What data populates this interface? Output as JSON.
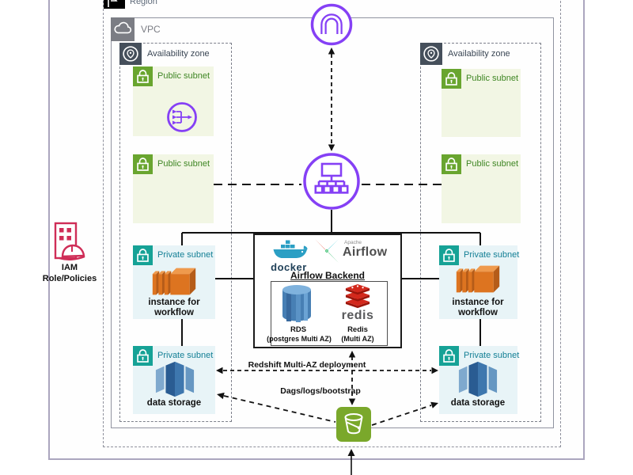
{
  "labels": {
    "region": "Region",
    "vpc": "VPC",
    "availability_zone": "Availability zone",
    "public_subnet": "Public subnet",
    "private_subnet": "Private subnet",
    "instance_line1": "instance for",
    "instance_line2": "workflow",
    "data_storage": "data storage",
    "iam_line1": "IAM",
    "iam_line2": "Role/Policies"
  },
  "backend": {
    "title": "Airflow Backend",
    "docker_wordmark": "docker",
    "airflow_brand_small": "Apache",
    "airflow_brand": "Airflow",
    "rds_name": "RDS",
    "rds_sub": "(postgres Multi AZ)",
    "redis_wordmark": "redis",
    "redis_name": "Redis",
    "redis_sub": "(Multi AZ)"
  },
  "annotations": {
    "redshift": "Redshift Multi-AZ deployment",
    "dags": "Dags/logs/bootstrap"
  },
  "icons": {
    "top_center": "internet-gateway",
    "center": "elastic-load-balancer",
    "public_left": "vpc-endpoint",
    "private_instances": "ec2-instances",
    "private_storage": "redshift-data-storage",
    "bottom_center": "s3-bucket",
    "left_outside": "iam-role-policies"
  },
  "colors": {
    "aws_purple": "#8540f5",
    "public_green_label": "#3f8624",
    "public_lock": "#69a52f",
    "private_teal_label": "#137f95",
    "private_lock": "#16a296",
    "public_subnet_bg": "#f2f6e4",
    "private_subnet_bg": "#e8f4f7",
    "ec2_orange": "#dd7420",
    "storage_blue": "#2e639c",
    "rds_blue": "#477fb4",
    "redis_red": "#d3281c",
    "s3_green": "#7aa82b",
    "iam_red": "#cf2d57",
    "line_black": "#111111"
  }
}
